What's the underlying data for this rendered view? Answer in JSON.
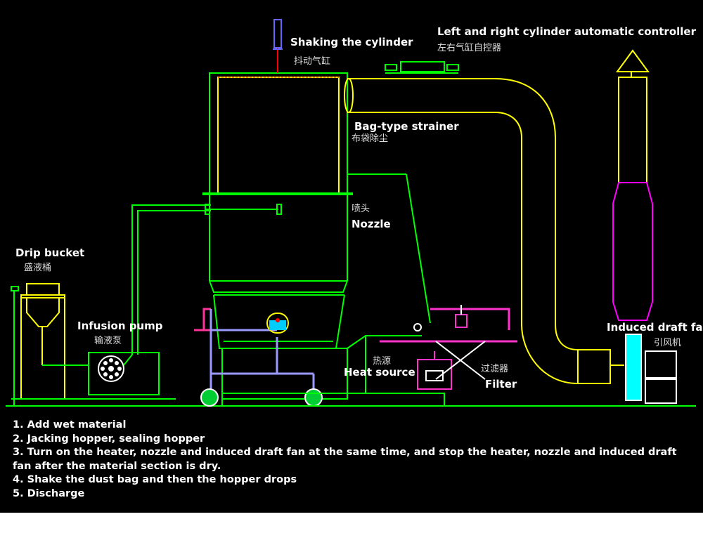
{
  "colors": {
    "background": "#000000",
    "body": "#00ff00",
    "duct": "#ffff00",
    "fan": "#ff00ff",
    "pump": "#ffffff",
    "wheel": "#00cc33",
    "pipe_violet": "#9999ff",
    "heater": "#ff33cc",
    "fan_blue": "#00ffff"
  },
  "labels": {
    "shaking_en": "Shaking the cylinder",
    "shaking_zh": "抖动气缸",
    "controller_en": "Left and right cylinder automatic controller",
    "controller_zh": "左右气缸自控器",
    "strainer_en": "Bag-type strainer",
    "strainer_zh": "布袋除尘",
    "nozzle_zh": "喷头",
    "nozzle_en": "Nozzle",
    "drip_en": "Drip bucket",
    "drip_zh": "盛液桶",
    "pump_en": "Infusion pump",
    "pump_zh": "输液泵",
    "heat_zh": "热源",
    "heat_en": "Heat source",
    "filter_zh": "过滤器",
    "filter_en": "Filter",
    "fan_en": "Induced draft fan",
    "fan_zh": "引风机"
  },
  "steps": [
    "1. Add wet material",
    "2. Jacking hopper, sealing hopper",
    "3. Turn on the heater, nozzle and induced draft fan at the same time, and stop the heater, nozzle and induced draft fan after the material section is dry.",
    "4. Shake the dust bag and then the hopper drops",
    "5. Discharge"
  ]
}
